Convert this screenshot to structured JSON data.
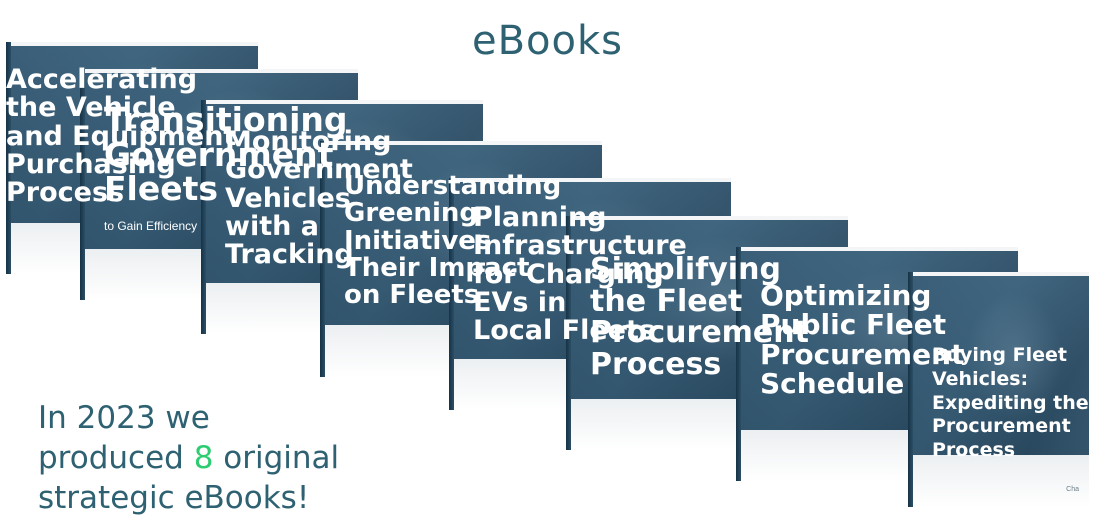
{
  "header": {
    "title": "eBooks"
  },
  "books": [
    {
      "title": "Accelerating\nthe Vehicle\nand Equipment\nPurchasing\nProcess"
    },
    {
      "title": "Transitioning\nGovernment\nFleets",
      "subtitle": "to Gain Efficiency"
    },
    {
      "title": "Monitoring\nGovernment\nVehicles\nwith a\nTracking"
    },
    {
      "title": "Understanding\nGreening\nInitiatives\nTheir Impact\non Fleets"
    },
    {
      "title": "Planning\nInfrastructure\nfor Charging\nEVs in\nLocal Fleets"
    },
    {
      "title": "Simplifying\nthe Fleet\nProcurement\nProcess"
    },
    {
      "title": "Optimizing\nPublic Fleet\nProcurement\nSchedule"
    },
    {
      "title": "Buying Fleet Vehicles:\nExpediting the\nProcurement Process",
      "brand": "Cha"
    }
  ],
  "tagline": {
    "prefix": "In 2023 we\nproduced ",
    "count": "8",
    "suffix": " original\nstrategic eBooks!"
  },
  "colors": {
    "heading": "#2e6171",
    "accent": "#2ecc71",
    "cover": "#2f5570"
  }
}
